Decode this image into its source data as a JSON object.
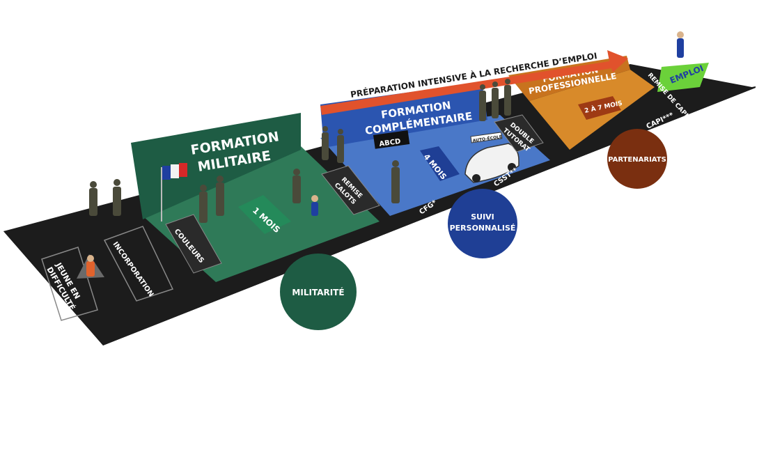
{
  "arrow": {
    "text": "PRÉPARATION INTENSIVE À LA RECHERCHE D’EMPLOI"
  },
  "path_labels": {
    "jeune_line1": "JEUNE EN",
    "jeune_line2": "DIFFICULTÉ",
    "incorporation": "INCORPORATION",
    "couleurs": "COULEURS",
    "remise_line1": "REMISE",
    "remise_line2": "CALOTS",
    "cfg": "CFG*",
    "csst": "CSST**",
    "double_line1": "DOUBLE",
    "double_line2": "TUTORAT",
    "remise_capi": "REMISE DE CAPI",
    "capi": "CAPI***"
  },
  "panels": {
    "militaire": {
      "line1": "FORMATION",
      "line2": "MILITAIRE",
      "duration": "1 MOIS"
    },
    "complementaire": {
      "line1": "FORMATION",
      "line2": "COMPLÉMENTAIRE",
      "duration": "4 MOIS",
      "board": "ABCD",
      "car": "AUTO-ÉCOLE"
    },
    "professionnelle": {
      "line1": "FORMATION",
      "line2": "PROFESSIONNELLE",
      "duration": "2 À 7 MOIS"
    },
    "emploi": {
      "label": "EMPLOI"
    }
  },
  "circles": {
    "militarite": {
      "line1": "MILITARITÉ",
      "color": "#1e5c44"
    },
    "suivi": {
      "line1": "SUIVI",
      "line2": "PERSONNALISÉ",
      "color": "#1f3f95"
    },
    "partenariats": {
      "line1": "PARTENARIATS",
      "color": "#7a2f10"
    }
  },
  "colors": {
    "road": "#1c1c1c",
    "green": "#1e5c44",
    "green_floor": "#2f7a58",
    "blue": "#2b55b0",
    "blue_floor": "#4a78c8",
    "orange": "#c8731e",
    "orange_floor": "#d88a2a",
    "arrow": "#e1522c",
    "emploi": "#6bd13a"
  }
}
